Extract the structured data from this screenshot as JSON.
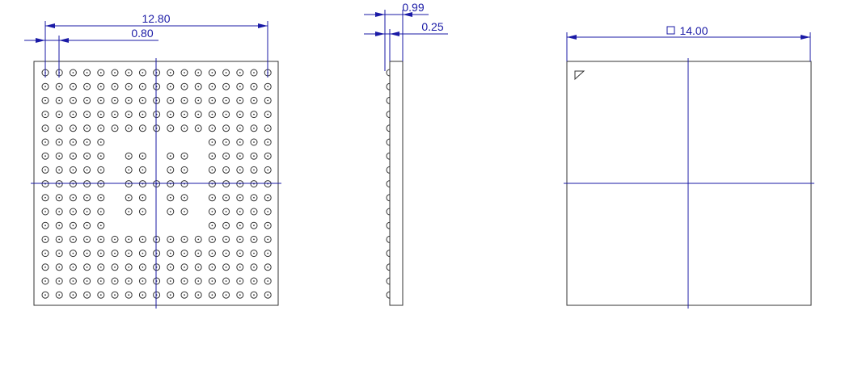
{
  "dimensions": {
    "pitch_span": "12.80",
    "pitch": "0.80",
    "height": "0.99",
    "ball_height": "0.25",
    "body_size": "14.00",
    "square_symbol": "□"
  },
  "colors": {
    "dimension": "#1a1aa6",
    "outline": "#333333"
  },
  "grid": {
    "rows": 17,
    "cols": 17,
    "empty_cells": [
      [
        5,
        5
      ],
      [
        5,
        6
      ],
      [
        5,
        7
      ],
      [
        5,
        8
      ],
      [
        5,
        9
      ],
      [
        5,
        10
      ],
      [
        5,
        11
      ],
      [
        6,
        5
      ],
      [
        6,
        8
      ],
      [
        6,
        11
      ],
      [
        7,
        5
      ],
      [
        7,
        8
      ],
      [
        7,
        11
      ],
      [
        8,
        5
      ],
      [
        8,
        11
      ],
      [
        9,
        5
      ],
      [
        9,
        8
      ],
      [
        9,
        11
      ],
      [
        10,
        5
      ],
      [
        10,
        8
      ],
      [
        10,
        11
      ],
      [
        11,
        5
      ],
      [
        11,
        6
      ],
      [
        11,
        7
      ],
      [
        11,
        8
      ],
      [
        11,
        9
      ],
      [
        11,
        10
      ],
      [
        11,
        11
      ]
    ]
  }
}
